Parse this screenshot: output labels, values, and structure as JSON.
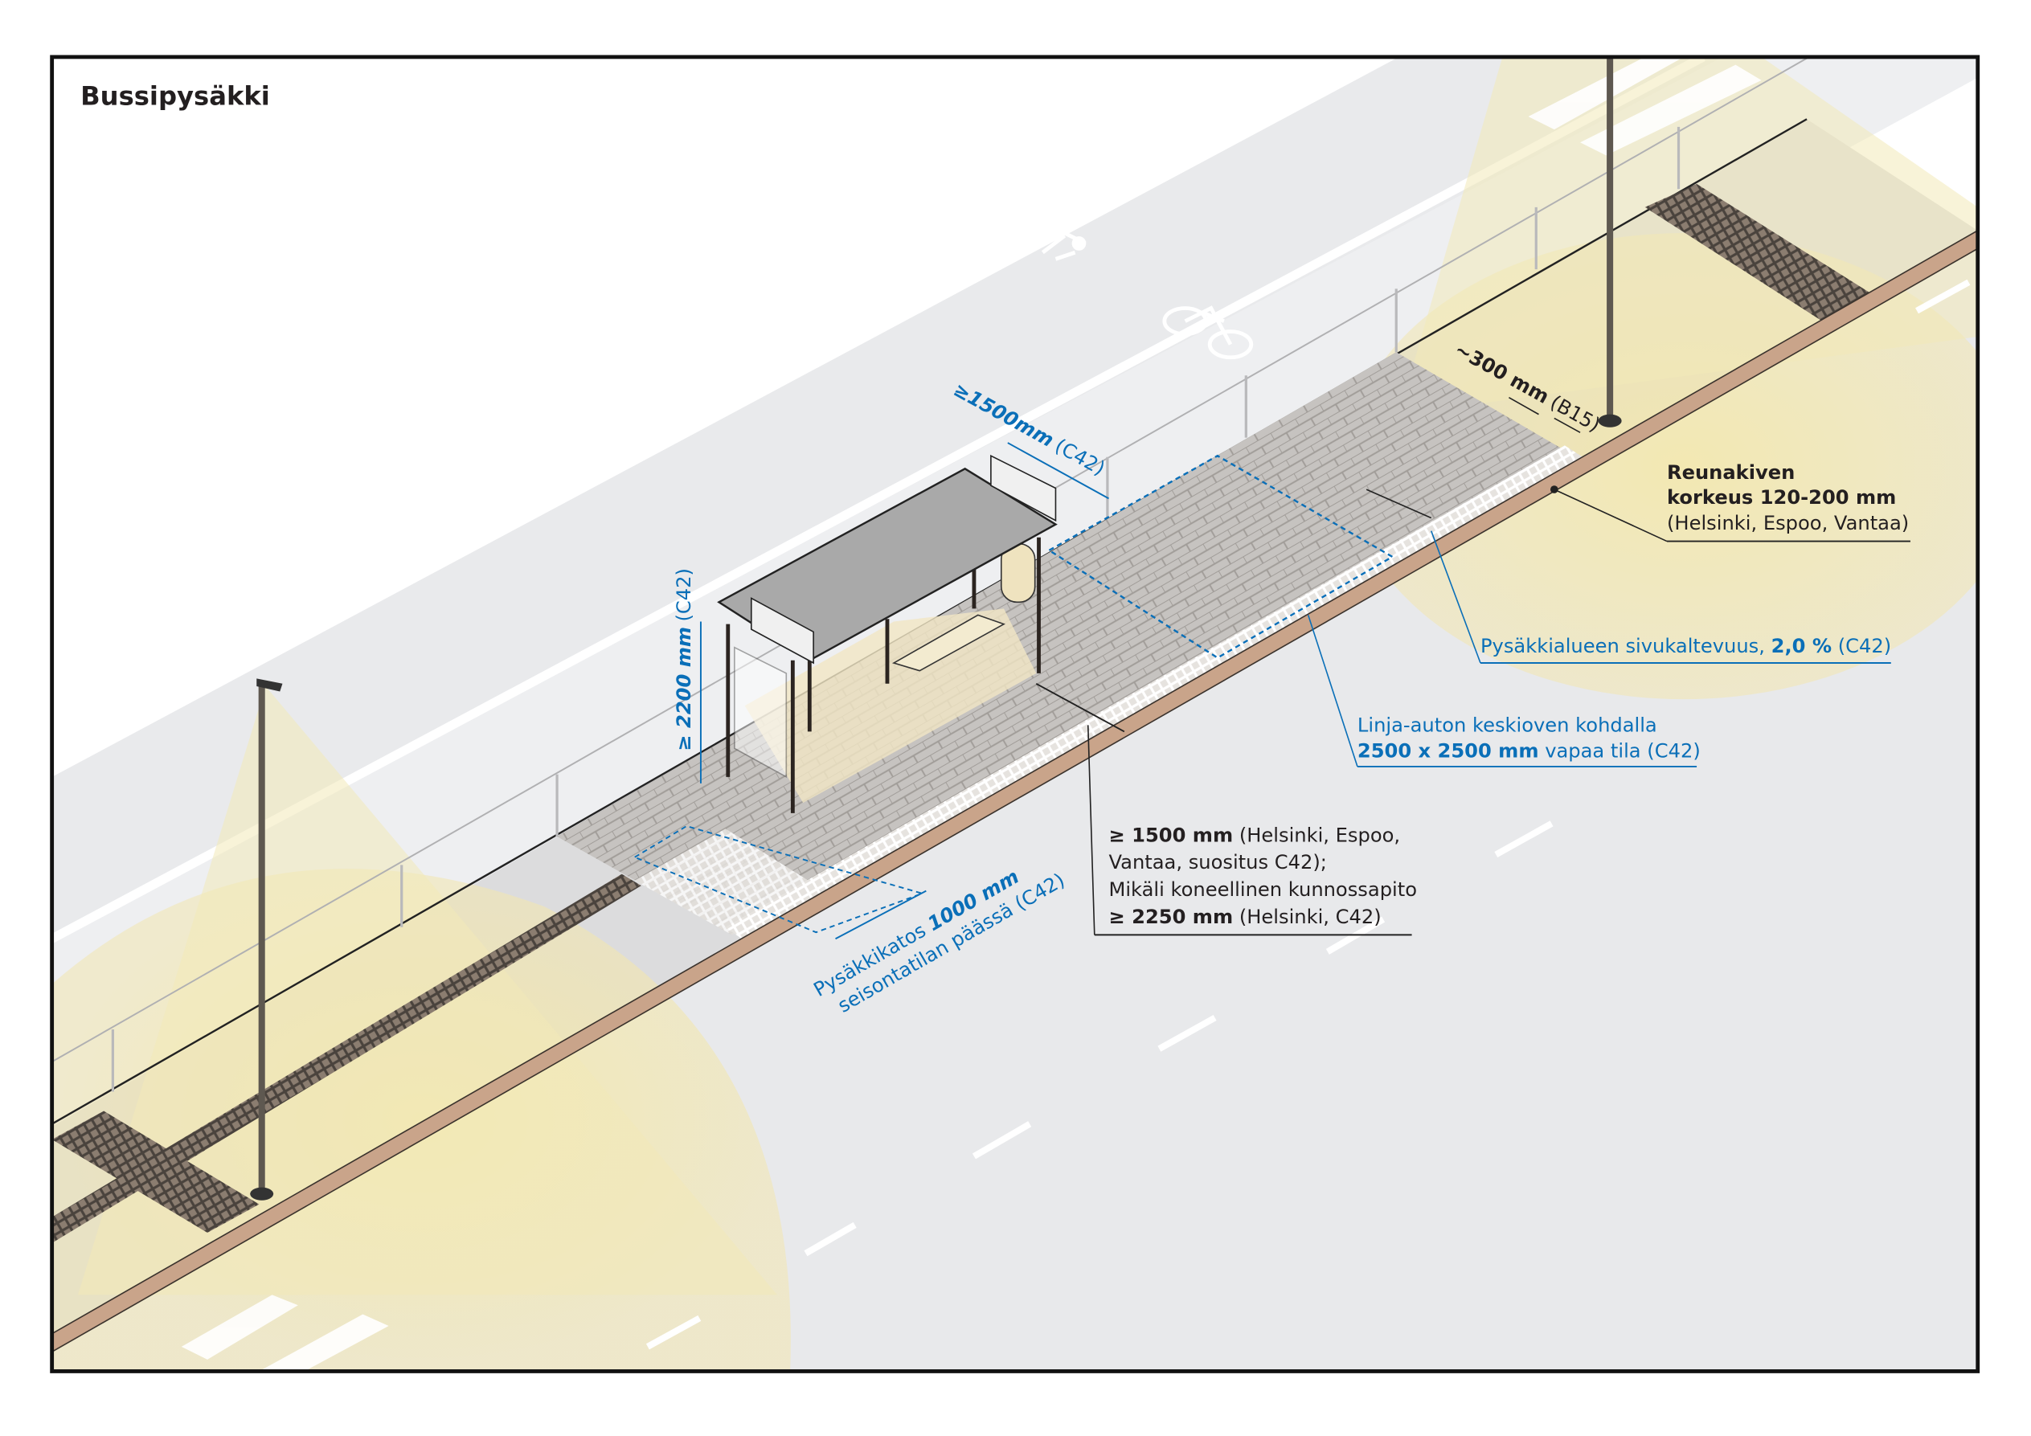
{
  "title": "Bussipysäkki",
  "colors": {
    "annotation_blue": "#0a6fb8",
    "annotation_black": "#231f20",
    "curb": "#c9a48a",
    "road": "#e8e9eb",
    "light_cone": "#f3e9b8"
  },
  "icons": [
    "pedestrian-icon",
    "bicycle-icon",
    "street-lamp-icon",
    "bus-shelter-icon"
  ],
  "dimensions": {
    "shelter_clearance": {
      "value": "≥1500mm",
      "ref": "(C42)"
    },
    "shelter_height": {
      "value": "≥ 2200 mm",
      "ref": "(C42)"
    },
    "tactile_offset": {
      "value": "~300 mm",
      "ref": "(B15)"
    },
    "shelter_end": {
      "line1_pre": "Pysäkkikatos ",
      "line1_bold": "1000 mm",
      "line2": "seisontatilan päässä (C42)"
    }
  },
  "callouts": {
    "curb_height": {
      "line1": "Reunakiven",
      "line2": "korkeus 120-200 mm",
      "line3": "(Helsinki, Espoo, Vantaa)"
    },
    "slope": {
      "pre": "Pysäkkialueen sivukaltevuus, ",
      "bold": "2,0 %",
      "post": " (C42)"
    },
    "free_space": {
      "line1": "Linja-auton keskioven kohdalla",
      "line2_bold": "2500 x 2500 mm",
      "line2_post": " vapaa tila (C42)"
    },
    "platform_width": {
      "line1_bold": "≥ 1500 mm",
      "line1_post": " (Helsinki, Espoo,",
      "line2": "Vantaa, suositus C42);",
      "line3": "Mikäli koneellinen kunnossapito",
      "line4_bold": "≥ 2250 mm",
      "line4_post": " (Helsinki, C42)"
    }
  }
}
